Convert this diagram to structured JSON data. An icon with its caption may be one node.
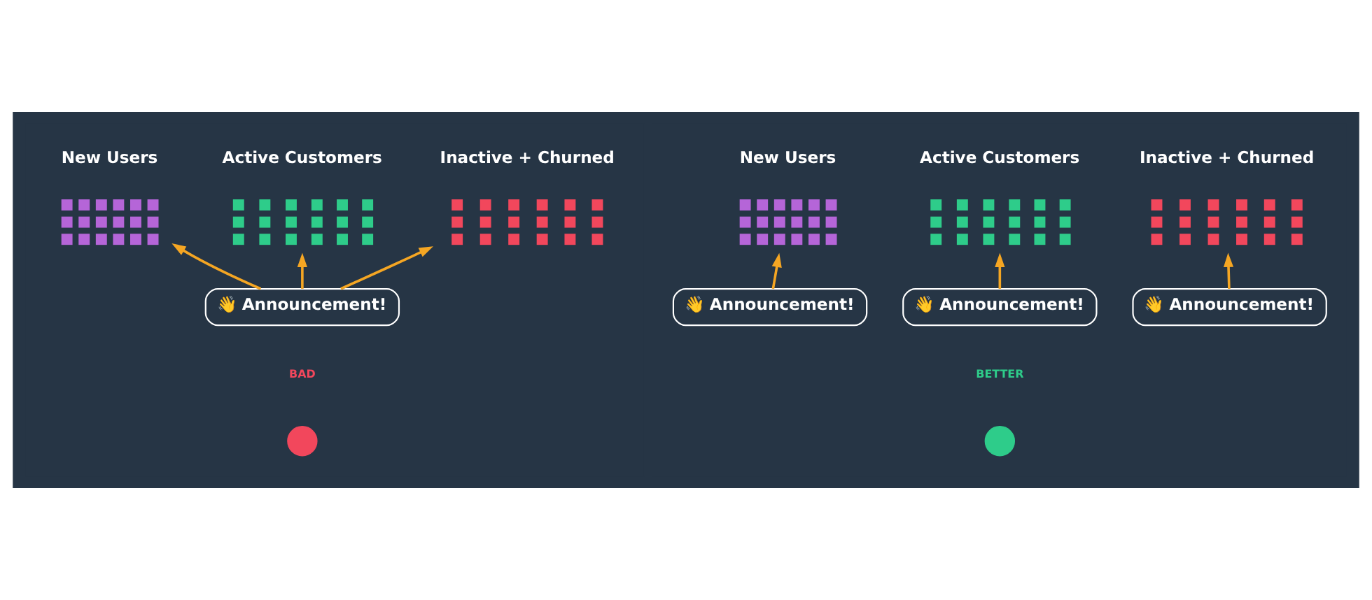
{
  "diagram": {
    "nodes": [
      {
        "text": [
          "New Users"
        ]
      },
      {
        "text": [
          "Active Customers"
        ]
      },
      {
        "text": [
          "Inactive + Churned"
        ]
      },
      {
        "text": [
          "👋 Announcement!"
        ]
      },
      {
        "text": [
          "New Users"
        ]
      },
      {
        "text": [
          "Active Customers"
        ]
      },
      {
        "text": [
          "Inactive + Churned"
        ]
      },
      {
        "text": [
          "👋 Announcement!"
        ]
      },
      {
        "text": [
          "👋 Announcement!"
        ]
      },
      {
        "text": [
          "👋 Announcement!"
        ]
      },
      {
        "text": [],
        "shape": "circle"
      },
      {
        "text": [],
        "shape": "circle"
      }
    ],
    "edges": [
      {
        "from": 3,
        "to": 0,
        "arrow": "to"
      },
      {
        "from": 3,
        "to": 1,
        "arrow": "to"
      },
      {
        "from": 3,
        "to": 2,
        "arrow": "to"
      },
      {
        "from": 8,
        "to": 4,
        "arrow": "to"
      },
      {
        "from": 7,
        "to": 5,
        "arrow": "to"
      },
      {
        "from": 9,
        "to": 6,
        "arrow": "to"
      }
    ],
    "labels": [
      "BAD",
      "BETTER"
    ]
  }
}
